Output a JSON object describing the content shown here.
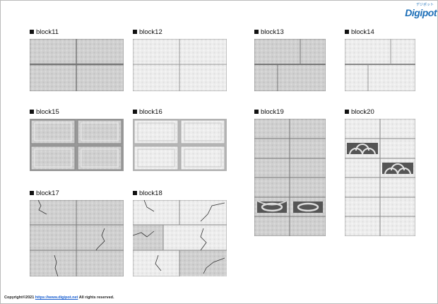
{
  "logo": {
    "text": "Digipot",
    "kana": "デジポット"
  },
  "blocks": [
    {
      "label": "block11"
    },
    {
      "label": "block12"
    },
    {
      "label": "block13"
    },
    {
      "label": "block14"
    },
    {
      "label": "block15"
    },
    {
      "label": "block16"
    },
    {
      "label": "block19"
    },
    {
      "label": "block20"
    },
    {
      "label": "block17"
    },
    {
      "label": "block18"
    }
  ],
  "footer": {
    "prefix": "Copyright©2021 ",
    "link": "https://www.digipot.net",
    "suffix": " All rights reserved."
  },
  "colors": {
    "dark_tile": "#d2d2d2",
    "light_tile": "#ececec",
    "joint": "#7a7a7a",
    "accent": "#1d6fb8"
  }
}
